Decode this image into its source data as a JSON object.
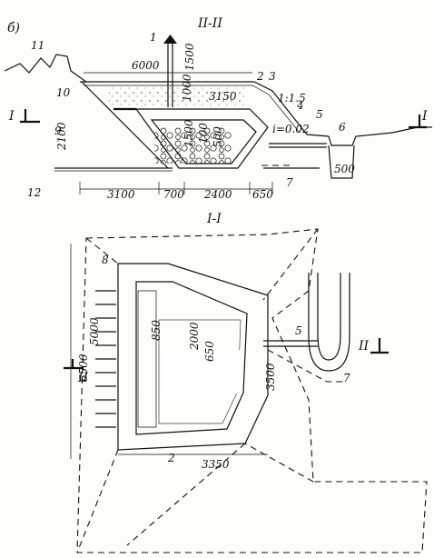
{
  "panel_letter": "б)",
  "section_top_title": "II-II",
  "section_bottom_title": "I-I",
  "section_marker_left": "I",
  "section_marker_right": "I",
  "section_marker_bottom_left": "II",
  "section_marker_bottom_right": "II",
  "slope_ratio": "1:1.5",
  "gradient": "i=0.02",
  "dims_top": {
    "d6000": "6000",
    "d1500": "1500",
    "d1000": "1000",
    "d3150": "3150",
    "d2100": "2100",
    "d1500b": "1500",
    "d100": "100",
    "d500": "500",
    "d3100": "3100",
    "d700": "700",
    "d2400": "2400",
    "d650": "650",
    "d500b": "500"
  },
  "dims_bottom": {
    "d6500": "6500",
    "d5000": "5000",
    "d850": "850",
    "d2000": "2000",
    "d650": "650",
    "d3500": "3500",
    "d3350": "3350"
  },
  "callouts_top": [
    "1",
    "2",
    "3",
    "4",
    "5",
    "6",
    "7",
    "9",
    "10",
    "11",
    "12"
  ],
  "callouts_bottom": [
    "8",
    "5",
    "7",
    "2"
  ]
}
